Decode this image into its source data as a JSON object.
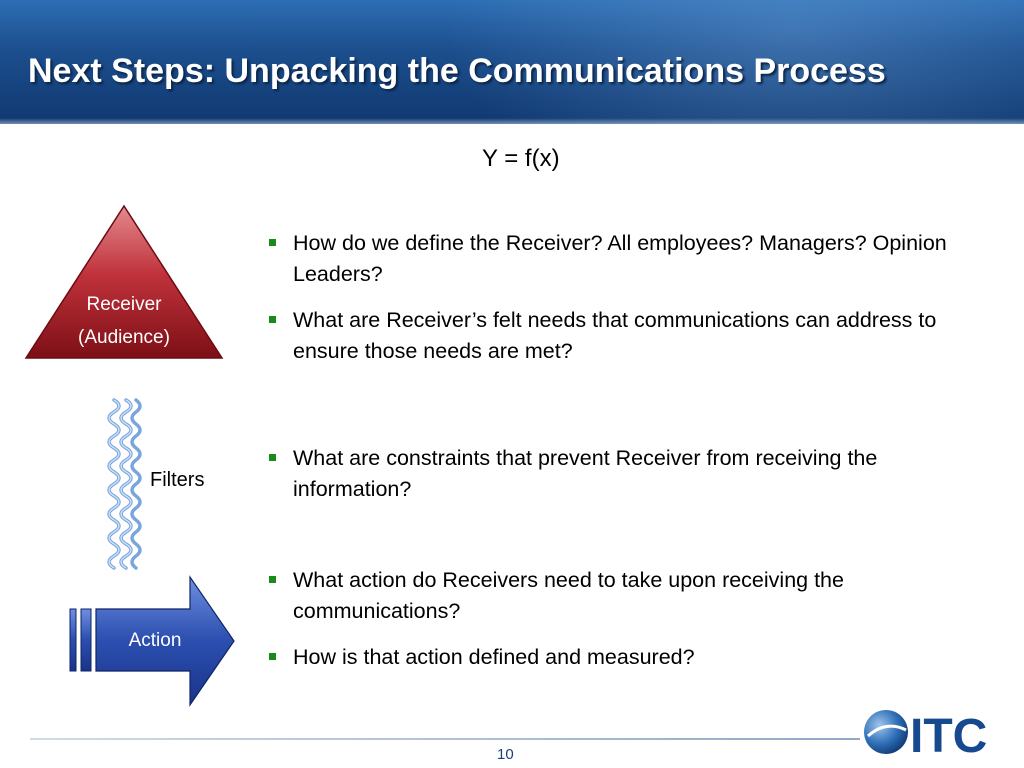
{
  "slide": {
    "title": "Next Steps: Unpacking the Communications Process",
    "formula": "Y = f(x)",
    "page_number": "10"
  },
  "shapes": {
    "receiver_line1": "Receiver",
    "receiver_line2": "(Audience)",
    "filters_label": "Filters",
    "action_label": "Action"
  },
  "bullet_groups": [
    {
      "items": [
        "How do we define the Receiver? All employees? Managers? Opinion Leaders?",
        "What are Receiver’s felt needs that communications can address to ensure those needs are met?"
      ]
    },
    {
      "items": [
        "What are constraints that prevent Receiver from receiving the information?"
      ]
    },
    {
      "items": [
        "What action do Receivers need to take upon receiving the communications?",
        "How is that action defined and measured?"
      ]
    }
  ],
  "logo": {
    "text": "ITC"
  },
  "colors": {
    "header": "#1c4f8e",
    "receiver_triangle": "#9e1c24",
    "action_arrow": "#2b4fb0",
    "filter_coil": "#7aa6de",
    "bullet": "#1a8a1a"
  }
}
